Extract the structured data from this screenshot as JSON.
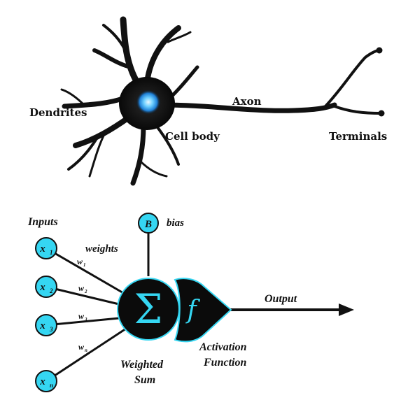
{
  "neuron": {
    "dendrites_label": "Dendrites",
    "axon_label": "Axon",
    "cell_body_label": "Cell body",
    "terminals_label": "Terminals"
  },
  "perceptron": {
    "inputs_label": "Inputs",
    "weights_label": "weights",
    "bias_node": "B",
    "bias_label": "bias",
    "inputs": [
      {
        "var": "x",
        "sub": "1",
        "w": "w",
        "wsub": "1"
      },
      {
        "var": "x",
        "sub": "2",
        "w": "w",
        "wsub": "2"
      },
      {
        "var": "x",
        "sub": "3",
        "w": "w",
        "wsub": "3"
      },
      {
        "var": "x",
        "sub": "n",
        "w": "w",
        "wsub": "n"
      }
    ],
    "sum_symbol": "Σ",
    "activation_symbol": "f",
    "output_label": "Output",
    "weighted_sum_line1": "Weighted",
    "weighted_sum_line2": "Sum",
    "activation_line1": "Activation",
    "activation_line2": "Function"
  },
  "colors": {
    "node_fill": "#35d6f2",
    "body_fill": "#0b0b0b",
    "nucleus": "#4fb8ff"
  }
}
